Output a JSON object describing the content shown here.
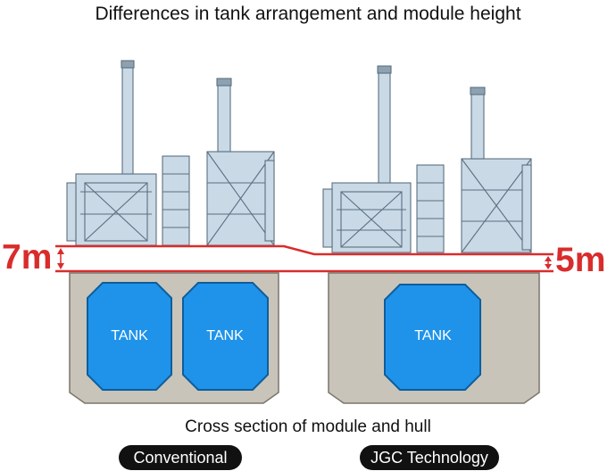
{
  "title": "Differences in tank arrangement and module height",
  "caption": "Cross section of module and hull",
  "labels": {
    "conventional": "Conventional",
    "jgc": "JGC Technology"
  },
  "heights": {
    "conventional": "7m",
    "jgc": "5m"
  },
  "tank_label": "TANK",
  "colors": {
    "accent_red": "#d92c2c",
    "tank_blue": "#1f93ea",
    "hull_gray": "#c9c4b9",
    "structure_blue": "#c9d9e6",
    "pill_black": "#111111"
  }
}
